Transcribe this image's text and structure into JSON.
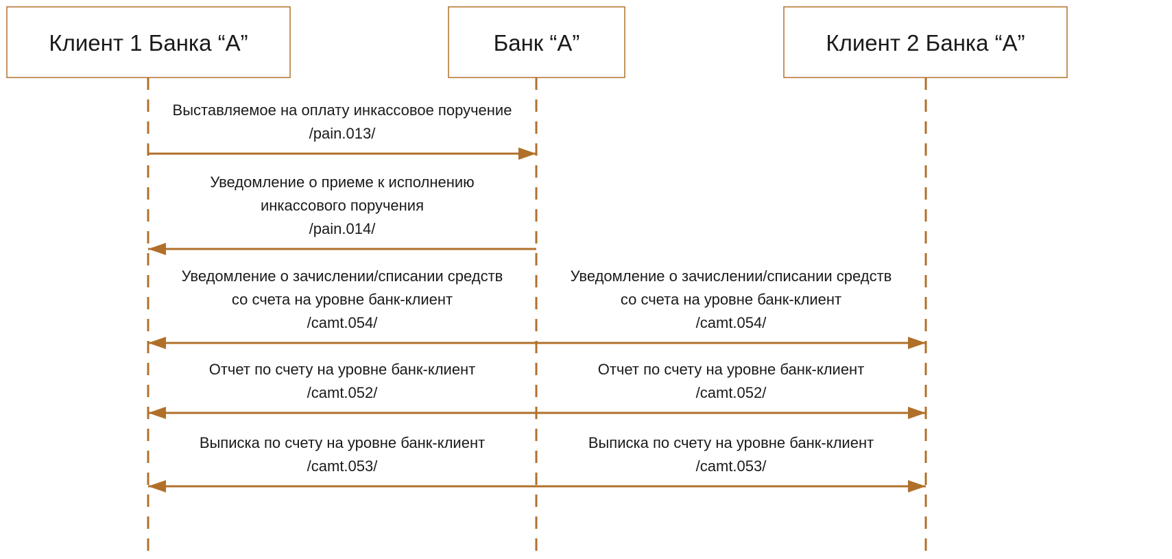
{
  "diagram": {
    "type": "sequence",
    "line_color": "#b0702a",
    "participants": [
      {
        "label": "Клиент 1 Банка “А”"
      },
      {
        "label": "Банк “А”"
      },
      {
        "label": "Клиент 2 Банка “А”"
      }
    ],
    "messages": [
      {
        "from": 0,
        "to": 1,
        "arrow": "end",
        "label_left": [
          "Выставляемое на оплату инкассовое поручение",
          "/pain.013/"
        ]
      },
      {
        "from": 1,
        "to": 0,
        "arrow": "end",
        "label_left": [
          "Уведомление о приеме к исполнению",
          "инкассового поручения",
          "/pain.014/"
        ]
      },
      {
        "from": 0,
        "to": 2,
        "arrow": "both",
        "label_left": [
          "Уведомление о зачислении/списании средств",
          "со счета на уровне банк-клиент",
          "/camt.054/"
        ],
        "label_right": [
          "Уведомление о зачислении/списании средств",
          "со счета на уровне банк-клиент",
          "/camt.054/"
        ]
      },
      {
        "from": 0,
        "to": 2,
        "arrow": "both",
        "label_left": [
          "Отчет по счету на уровне банк-клиент",
          "/camt.052/"
        ],
        "label_right": [
          "Отчет по счету на уровне банк-клиент",
          "/camt.052/"
        ]
      },
      {
        "from": 0,
        "to": 2,
        "arrow": "both",
        "label_left": [
          "Выписка по счету на уровне банк-клиент",
          "/camt.053/"
        ],
        "label_right": [
          "Выписка по счету на уровне банк-клиент",
          "/camt.053/"
        ]
      }
    ]
  }
}
